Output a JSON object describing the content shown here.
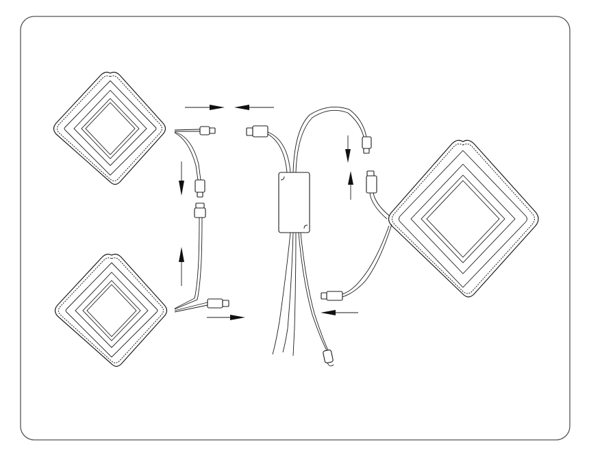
{
  "colors": {
    "line": "#1a1a1a",
    "frame": "#555555",
    "background": "#ffffff"
  },
  "diagram": {
    "panels": [
      {
        "name": "panel-top-left",
        "position": "top-left"
      },
      {
        "name": "panel-bottom-left",
        "position": "bottom-left"
      },
      {
        "name": "panel-right",
        "position": "right"
      }
    ],
    "connections": [
      {
        "from": "panel-top-left",
        "to": "driver-box",
        "direction": "right"
      },
      {
        "from": "driver-box",
        "to": "panel-top-left",
        "direction": "left"
      },
      {
        "from": "panel-top-left",
        "to": "panel-bottom-left",
        "direction": "down"
      },
      {
        "from": "panel-bottom-left",
        "to": "panel-top-left",
        "direction": "up"
      },
      {
        "from": "panel-bottom-left",
        "to": "driver-box",
        "direction": "right"
      },
      {
        "from": "driver-box",
        "to": "panel-right",
        "direction": "down"
      },
      {
        "from": "panel-right",
        "to": "driver-box",
        "direction": "up"
      },
      {
        "from": "driver-box",
        "to": "panel-right",
        "direction": "left"
      }
    ]
  }
}
